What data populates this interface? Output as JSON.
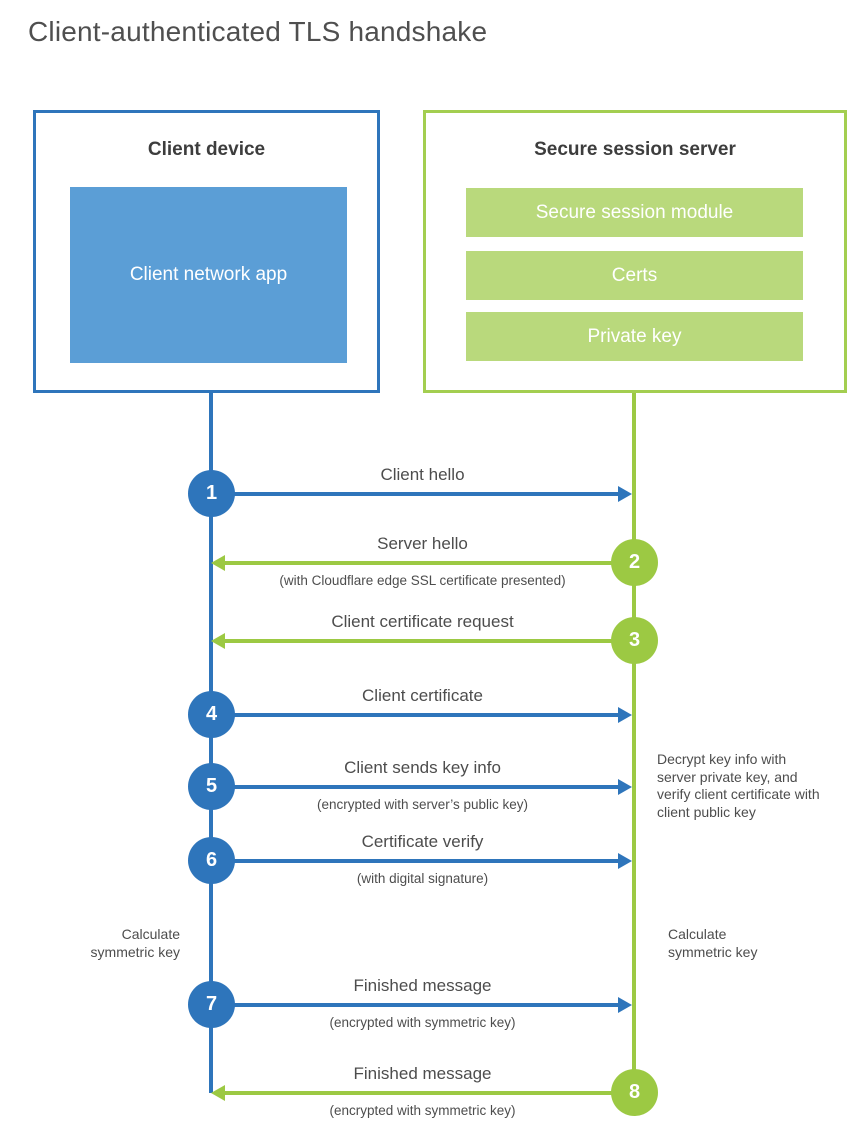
{
  "title": "Client-authenticated TLS handshake",
  "colors": {
    "blue": "#2e75bb",
    "blue_light": "#5b9ed6",
    "green": "#9cc943",
    "green_light": "#b9d97c",
    "text": "#4d4d4d"
  },
  "client_box": {
    "title": "Client device",
    "inner_label": "Client network app"
  },
  "server_box": {
    "title": "Secure session server",
    "modules": [
      "Secure session module",
      "Certs",
      "Private key"
    ]
  },
  "steps": [
    {
      "num": "1",
      "from": "client",
      "direction": "right",
      "label": "Client hello",
      "sublabel": ""
    },
    {
      "num": "2",
      "from": "server",
      "direction": "left",
      "label": "Server hello",
      "sublabel": "(with Cloudflare edge SSL certificate presented)"
    },
    {
      "num": "3",
      "from": "server",
      "direction": "left",
      "label": "Client certificate request",
      "sublabel": ""
    },
    {
      "num": "4",
      "from": "client",
      "direction": "right",
      "label": "Client certificate",
      "sublabel": ""
    },
    {
      "num": "5",
      "from": "client",
      "direction": "right",
      "label": "Client sends key info",
      "sublabel": "(encrypted with server’s public key)"
    },
    {
      "num": "6",
      "from": "client",
      "direction": "right",
      "label": "Certificate verify",
      "sublabel": "(with digital signature)"
    },
    {
      "num": "7",
      "from": "client",
      "direction": "right",
      "label": "Finished message",
      "sublabel": "(encrypted with symmetric key)"
    },
    {
      "num": "8",
      "from": "server",
      "direction": "left",
      "label": "Finished message",
      "sublabel": "(encrypted with symmetric key)"
    }
  ],
  "annotations": {
    "decrypt_note": "Decrypt key info with server private key, and verify client certificate with client public key",
    "calc_left": "Calculate symmetric key",
    "calc_right": "Calculate symmetric key"
  }
}
